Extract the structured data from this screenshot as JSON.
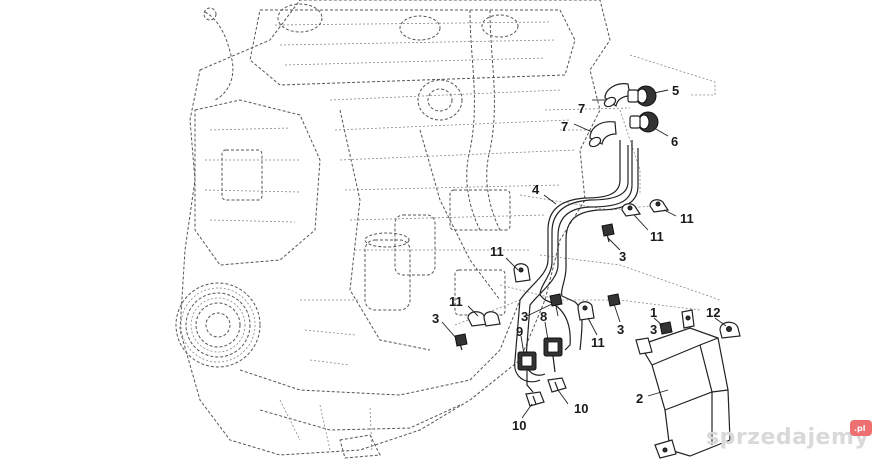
{
  "callouts": [
    {
      "id": "c7a",
      "text": "7"
    },
    {
      "id": "c5",
      "text": "5"
    },
    {
      "id": "c7b",
      "text": "7"
    },
    {
      "id": "c6",
      "text": "6"
    },
    {
      "id": "c4",
      "text": "4"
    },
    {
      "id": "c11a",
      "text": "11"
    },
    {
      "id": "c11b",
      "text": "11"
    },
    {
      "id": "c3a",
      "text": "3"
    },
    {
      "id": "c11c",
      "text": "11"
    },
    {
      "id": "c11d",
      "text": "11"
    },
    {
      "id": "c3b",
      "text": "3"
    },
    {
      "id": "c3c",
      "text": "3"
    },
    {
      "id": "c8",
      "text": "8"
    },
    {
      "id": "c9",
      "text": "9"
    },
    {
      "id": "c1",
      "text": "1"
    },
    {
      "id": "c12",
      "text": "12"
    },
    {
      "id": "c3d",
      "text": "3"
    },
    {
      "id": "c3e",
      "text": "3"
    },
    {
      "id": "c11e",
      "text": "11"
    },
    {
      "id": "c2",
      "text": "2"
    },
    {
      "id": "c10a",
      "text": "10"
    },
    {
      "id": "c10b",
      "text": "10"
    }
  ],
  "watermark": {
    "text": "sprzedajemy",
    "badge": ".pl"
  }
}
